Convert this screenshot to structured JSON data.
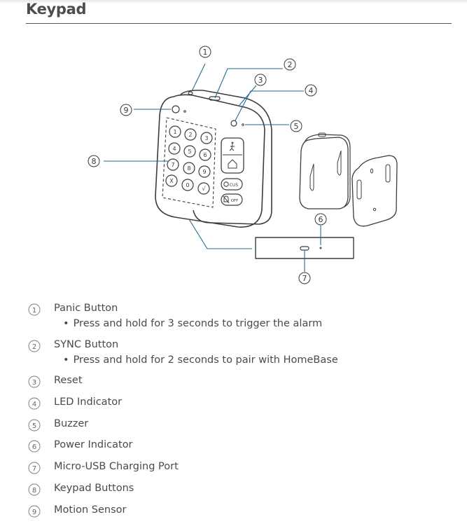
{
  "section": {
    "title": "Keypad"
  },
  "diagram": {
    "callouts": [
      "1",
      "2",
      "3",
      "4",
      "5",
      "6",
      "7",
      "8",
      "9"
    ],
    "keypad_keys": [
      "1",
      "2",
      "3",
      "4",
      "5",
      "6",
      "7",
      "8",
      "9",
      "X",
      "0",
      "√"
    ],
    "function_keys": {
      "cus": "CUS",
      "off": "OFF"
    },
    "accent_color": "#1f6a8f"
  },
  "legend": {
    "items": [
      {
        "num": "1",
        "label": "Panic Button",
        "sub": "Press and hold for 3 seconds to trigger the alarm"
      },
      {
        "num": "2",
        "label": "SYNC Button",
        "sub": "Press and hold for 2 seconds to pair with HomeBase"
      },
      {
        "num": "3",
        "label": "Reset"
      },
      {
        "num": "4",
        "label": "LED Indicator"
      },
      {
        "num": "5",
        "label": "Buzzer"
      },
      {
        "num": "6",
        "label": "Power Indicator"
      },
      {
        "num": "7",
        "label": "Micro-USB Charging Port"
      },
      {
        "num": "8",
        "label": "Keypad Buttons"
      },
      {
        "num": "9",
        "label": "Motion Sensor"
      }
    ],
    "bullet": "•"
  }
}
